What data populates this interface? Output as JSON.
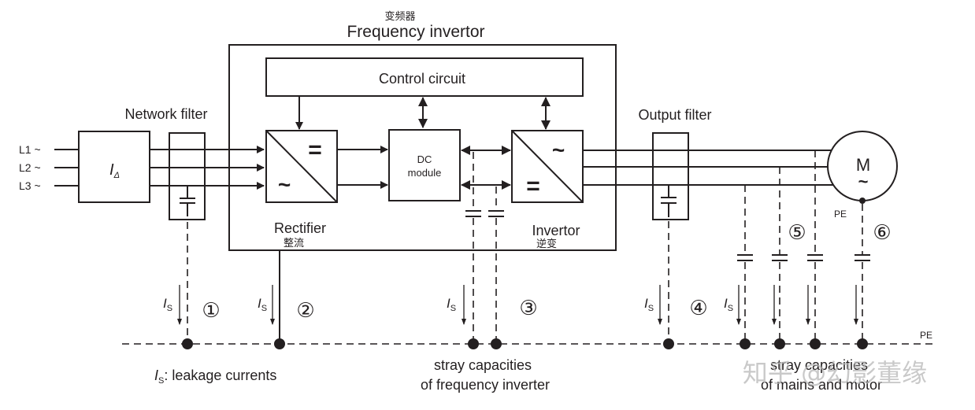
{
  "title_cn": "变频器",
  "title": "Frequency invertor",
  "network_filter": {
    "label": "Network filter",
    "symbol": "I",
    "symbol_sub": "Δ"
  },
  "phases": [
    "L1 ~",
    "L2 ~",
    "L3 ~"
  ],
  "control_circuit": "Control circuit",
  "rectifier": {
    "label": "Rectifier",
    "label_cn": "整流",
    "dc_sym": "=",
    "ac_sym": "~"
  },
  "dc_module": {
    "line1": "DC",
    "line2": "module"
  },
  "invertor": {
    "label": "Invertor",
    "label_cn": "逆变",
    "dc_sym": "=",
    "ac_sym": "~"
  },
  "output_filter": "Output filter",
  "motor": {
    "label": "M",
    "sym": "~",
    "pe": "PE"
  },
  "pe_label": "PE",
  "leakage": {
    "symbol": "I",
    "sub": "S"
  },
  "markers": [
    "①",
    "②",
    "③",
    "④",
    "⑤",
    "⑥"
  ],
  "legend": {
    "sym": "I",
    "sub": "S",
    "text": ": leakage currents"
  },
  "stray_fi": {
    "line1": "stray capacities",
    "line2": "of frequency inverter"
  },
  "stray_mm": {
    "line1": "stray capacities",
    "line2": "of mains and motor"
  },
  "watermark": "知乎 @幻影董缘"
}
